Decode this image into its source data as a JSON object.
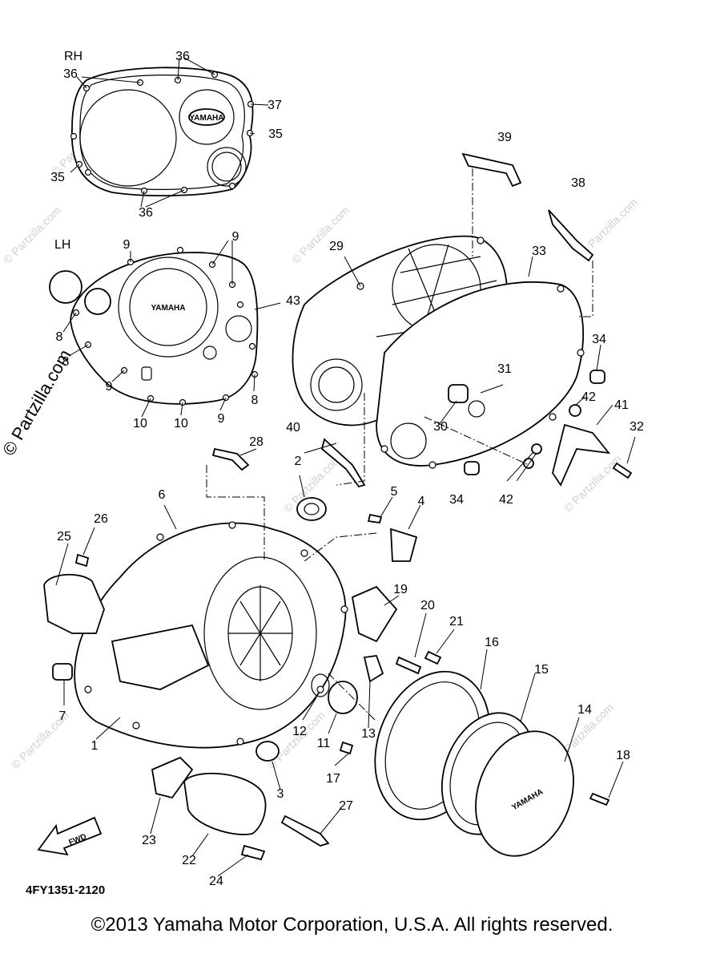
{
  "diagram": {
    "code": "4FY1351-2120",
    "side_labels": {
      "rh": "RH",
      "lh": "LH"
    },
    "brand_text": "YAMAHA",
    "fwd_text": "FWD",
    "watermark": "© Partzilla.com",
    "side_watermark": "© Partzilla.com",
    "callouts": [
      {
        "id": "c1",
        "text": "1"
      },
      {
        "id": "c2",
        "text": "2"
      },
      {
        "id": "c3",
        "text": "3"
      },
      {
        "id": "c4",
        "text": "4"
      },
      {
        "id": "c5",
        "text": "5"
      },
      {
        "id": "c6",
        "text": "6"
      },
      {
        "id": "c7",
        "text": "7"
      },
      {
        "id": "c8a",
        "text": "8"
      },
      {
        "id": "c8b",
        "text": "8"
      },
      {
        "id": "c8c",
        "text": "8"
      },
      {
        "id": "c9a",
        "text": "9"
      },
      {
        "id": "c9b",
        "text": "9"
      },
      {
        "id": "c9c",
        "text": "9"
      },
      {
        "id": "c9d",
        "text": "9"
      },
      {
        "id": "c10a",
        "text": "10"
      },
      {
        "id": "c10b",
        "text": "10"
      },
      {
        "id": "c11",
        "text": "11"
      },
      {
        "id": "c12",
        "text": "12"
      },
      {
        "id": "c13",
        "text": "13"
      },
      {
        "id": "c14",
        "text": "14"
      },
      {
        "id": "c15",
        "text": "15"
      },
      {
        "id": "c16",
        "text": "16"
      },
      {
        "id": "c17",
        "text": "17"
      },
      {
        "id": "c18",
        "text": "18"
      },
      {
        "id": "c19",
        "text": "19"
      },
      {
        "id": "c20",
        "text": "20"
      },
      {
        "id": "c21",
        "text": "21"
      },
      {
        "id": "c22",
        "text": "22"
      },
      {
        "id": "c23",
        "text": "23"
      },
      {
        "id": "c24",
        "text": "24"
      },
      {
        "id": "c25",
        "text": "25"
      },
      {
        "id": "c26",
        "text": "26"
      },
      {
        "id": "c27",
        "text": "27"
      },
      {
        "id": "c28",
        "text": "28"
      },
      {
        "id": "c29",
        "text": "29"
      },
      {
        "id": "c30",
        "text": "30"
      },
      {
        "id": "c31",
        "text": "31"
      },
      {
        "id": "c32",
        "text": "32"
      },
      {
        "id": "c33",
        "text": "33"
      },
      {
        "id": "c34a",
        "text": "34"
      },
      {
        "id": "c34b",
        "text": "34"
      },
      {
        "id": "c35a",
        "text": "35"
      },
      {
        "id": "c35b",
        "text": "35"
      },
      {
        "id": "c36a",
        "text": "36"
      },
      {
        "id": "c36b",
        "text": "36"
      },
      {
        "id": "c36c",
        "text": "36"
      },
      {
        "id": "c37",
        "text": "37"
      },
      {
        "id": "c38",
        "text": "38"
      },
      {
        "id": "c39",
        "text": "39"
      },
      {
        "id": "c40",
        "text": "40"
      },
      {
        "id": "c41",
        "text": "41"
      },
      {
        "id": "c42a",
        "text": "42"
      },
      {
        "id": "c42b",
        "text": "42"
      },
      {
        "id": "c43",
        "text": "43"
      }
    ]
  },
  "copyright": "©2013 Yamaha Motor Corporation, U.S.A. All rights reserved."
}
